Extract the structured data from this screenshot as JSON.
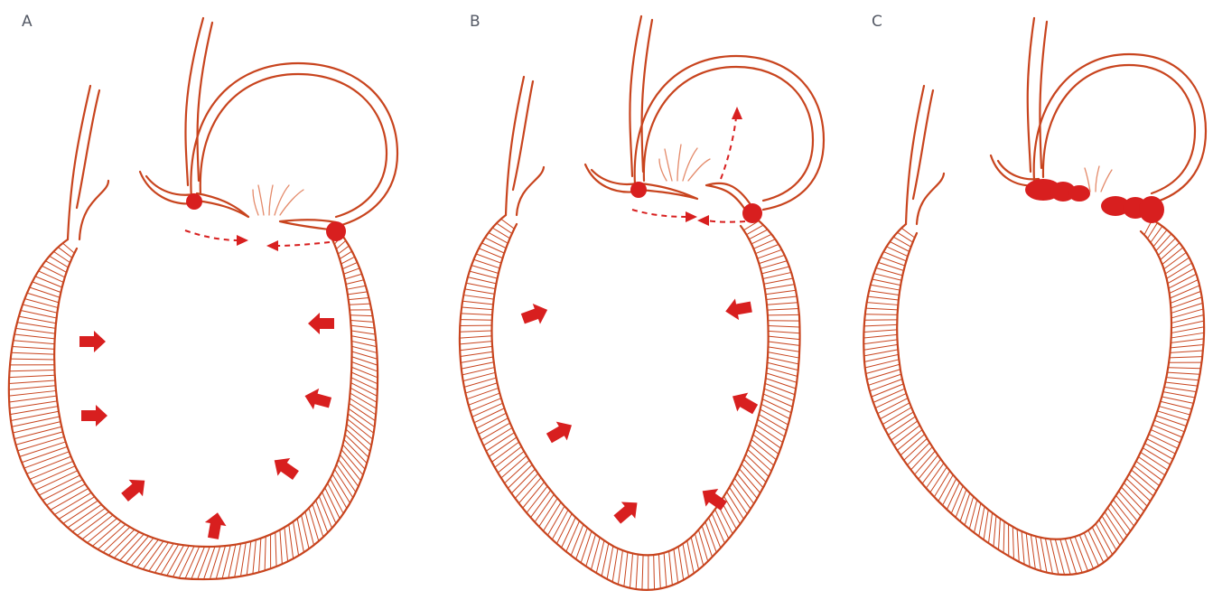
{
  "panels": [
    {
      "label": "A",
      "state": "normal-contraction"
    },
    {
      "label": "B",
      "state": "reduced-contraction"
    },
    {
      "label": "C",
      "state": "calcified-annulus"
    }
  ],
  "colors": {
    "outline": "#c8441e",
    "arrow": "#d81f1f",
    "label": "#555a66",
    "background": "#ffffff"
  }
}
